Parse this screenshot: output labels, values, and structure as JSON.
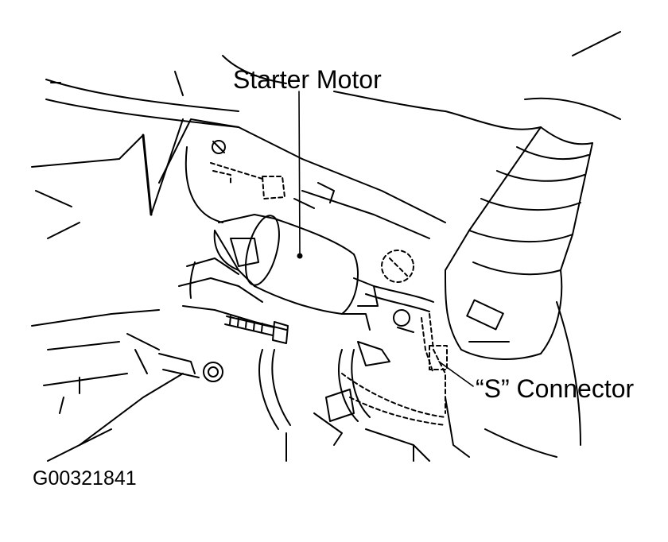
{
  "callouts": {
    "starter_motor": "Starter Motor",
    "s_connector": "“S” Connector"
  },
  "figure_id": "G00321841",
  "colors": {
    "ink": "#000000",
    "paper": "#ffffff"
  }
}
